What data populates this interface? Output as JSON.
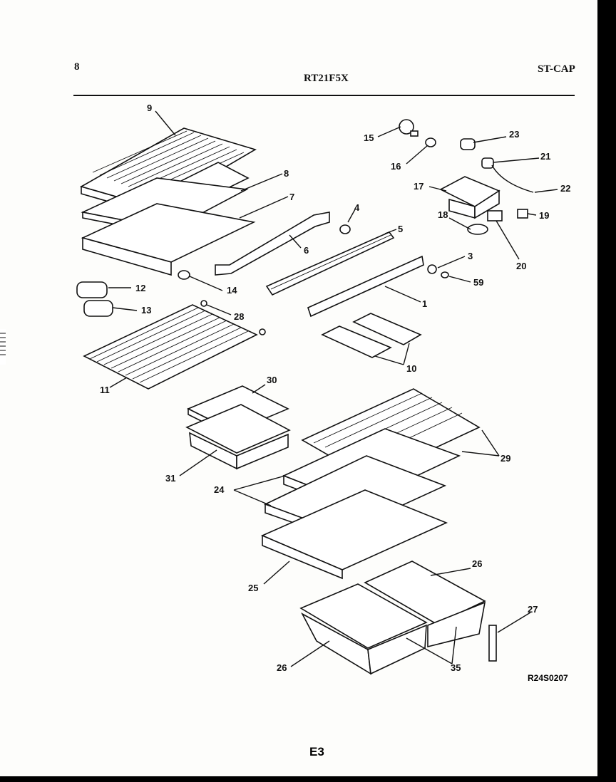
{
  "header": {
    "page_number": "8",
    "model_number": "RT21F5X",
    "brand_code": "ST-CAP"
  },
  "diagram_ref": "R24S0207",
  "footer_code": "E3",
  "callouts": [
    "9",
    "8",
    "7",
    "6",
    "5",
    "4",
    "1",
    "3",
    "59",
    "15",
    "16",
    "23",
    "21",
    "22",
    "17",
    "18",
    "19",
    "20",
    "12",
    "13",
    "14",
    "28",
    "11",
    "10",
    "30",
    "31",
    "29",
    "24",
    "25",
    "26",
    "26",
    "27",
    "35"
  ]
}
